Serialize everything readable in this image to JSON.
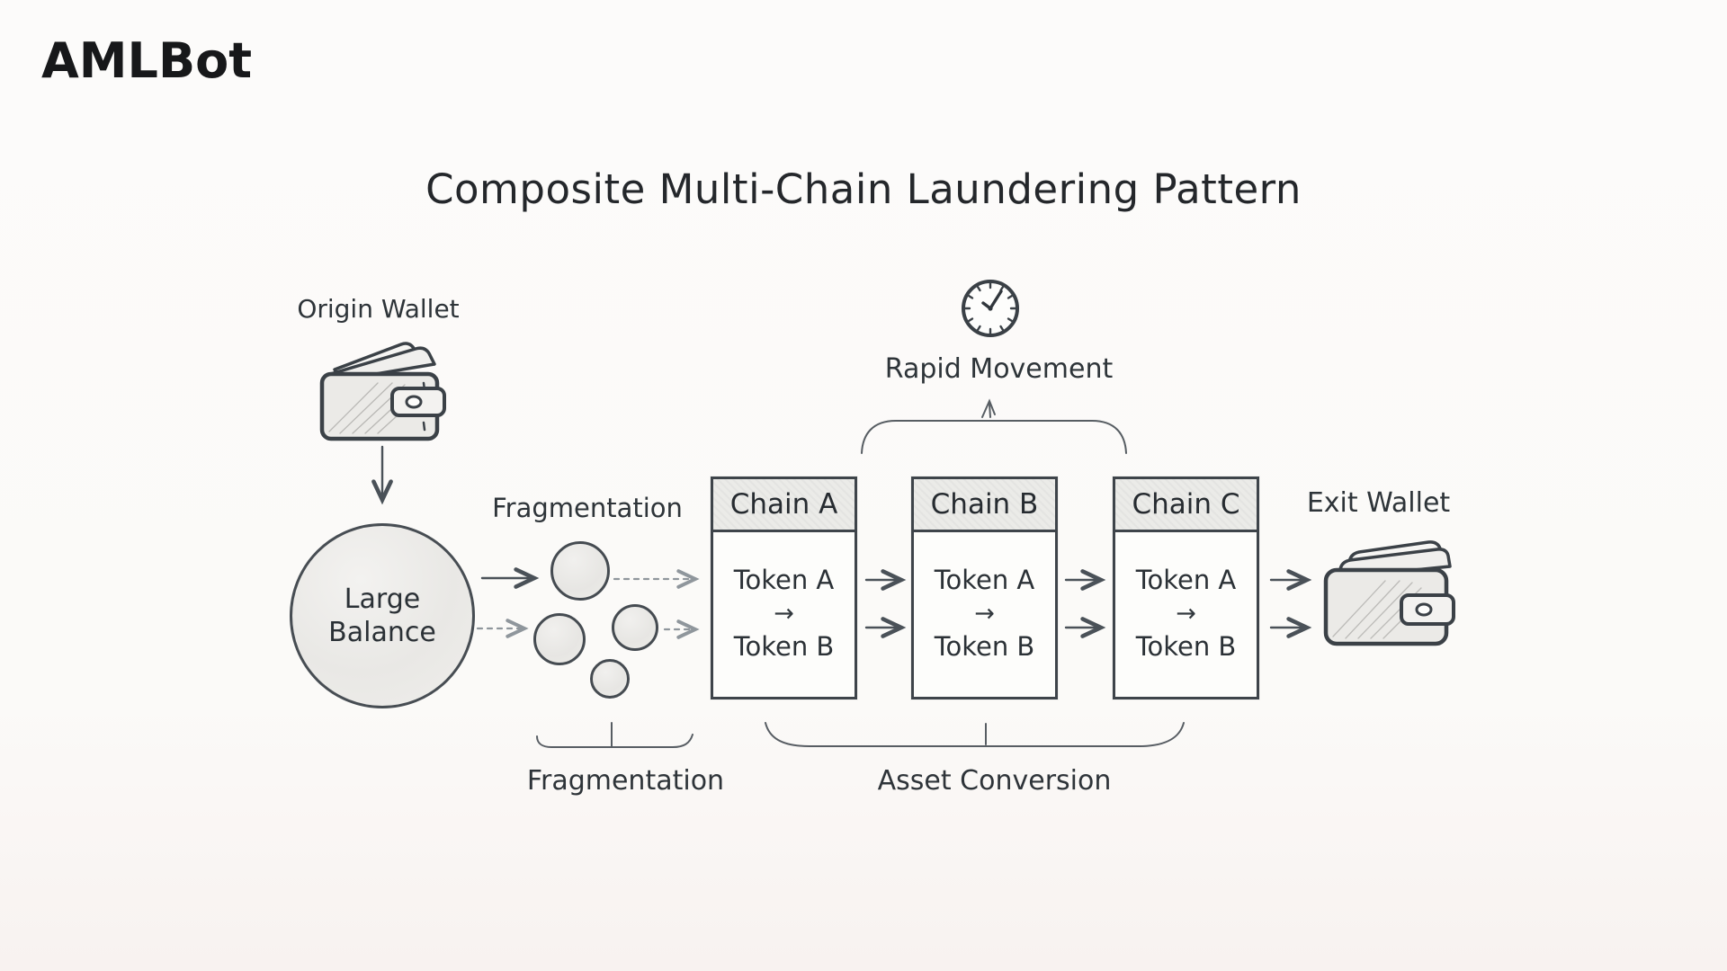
{
  "brand": {
    "logo_text": "AMLBot"
  },
  "title": "Composite Multi-Chain Laundering Pattern",
  "colors": {
    "ink": "#3e444a",
    "background": "#fbfaf8",
    "fill_light": "#ececea"
  },
  "diagram": {
    "origin_wallet": {
      "label": "Origin Wallet",
      "icon": "wallet-icon"
    },
    "large_balance": {
      "label": "Large Balance"
    },
    "fragmentation": {
      "top_label": "Fragmentation",
      "bottom_label": "Fragmentation",
      "fragment_count": 4
    },
    "chains": [
      {
        "title": "Chain A",
        "token_from": "Token A",
        "conversion_arrow": "→",
        "token_to": "Token B"
      },
      {
        "title": "Chain B",
        "token_from": "Token A",
        "conversion_arrow": "→",
        "token_to": "Token B"
      },
      {
        "title": "Chain C",
        "token_from": "Token A",
        "conversion_arrow": "→",
        "token_to": "Token B"
      }
    ],
    "rapid_movement": {
      "label": "Rapid Movement",
      "icon": "clock-icon"
    },
    "asset_conversion": {
      "label": "Asset Conversion"
    },
    "exit_wallet": {
      "label": "Exit Wallet",
      "icon": "wallet-icon"
    }
  }
}
